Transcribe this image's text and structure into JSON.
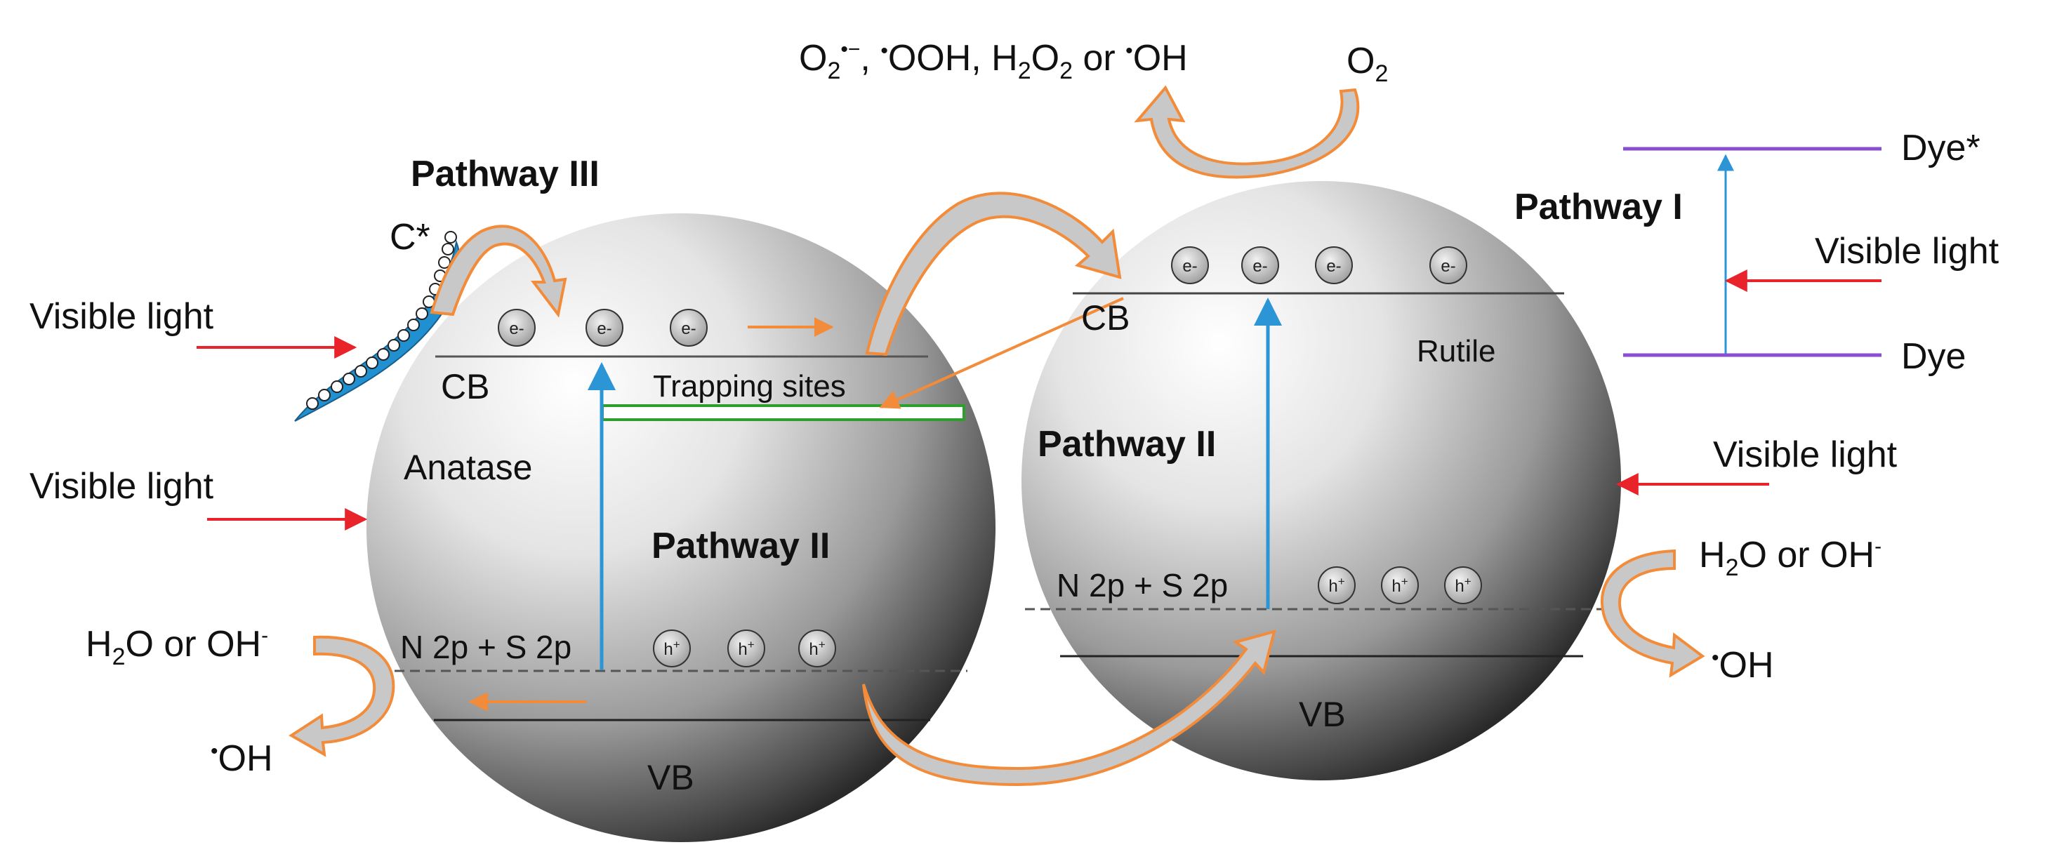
{
  "labels": {
    "products_prefix": "O",
    "products_rest1": ", ",
    "products_mid": "OOH, H",
    "products_end": " or ",
    "products_oh": "OH",
    "o2": "O",
    "pathway1": "Pathway I",
    "pathway2_left": "Pathway II",
    "pathway2_right": "Pathway II",
    "pathway3": "Pathway III",
    "c_star": "C*",
    "dye_star": "Dye*",
    "dye": "Dye",
    "visible_light": "Visible light",
    "cb": "CB",
    "vb": "VB",
    "anatase": "Anatase",
    "rutile": "Rutile",
    "trapping_sites": "Trapping sites",
    "n2p_s2p": "N 2p + S 2p",
    "h2o_or_oh_prefix": "H",
    "h2o_or_oh_rest": "O or OH",
    "oh_radical": "OH",
    "electron": "e-",
    "hole": "h",
    "radical_dot": "•",
    "sub2": "2",
    "sup_minus": "-",
    "sup_plus": "+",
    "superoxide_sup": "•−"
  },
  "colors": {
    "arrow_orange": "#F28C3A",
    "light_red": "#E8232A",
    "excitation_blue": "#2C95D6",
    "dye_purple": "#8A4FD0",
    "trap_green": "#2E9E2E",
    "sensitizer_blue": "#2190D0"
  }
}
